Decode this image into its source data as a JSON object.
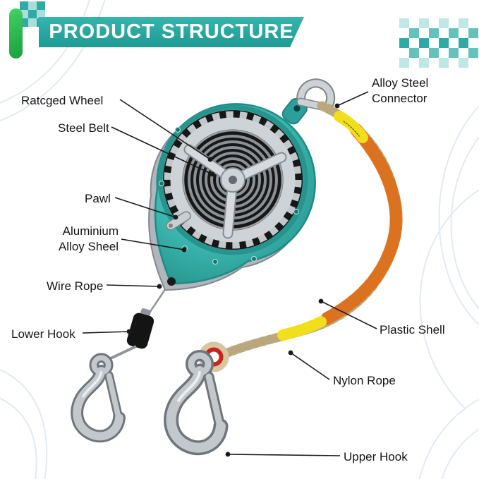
{
  "header": {
    "title": "PRODUCT STRUCTURE"
  },
  "labels": {
    "ratchet_wheel": "Ratcged Wheel",
    "steel_belt": "Steel Belt",
    "pawl": "Pawl",
    "aluminium_alloy_sheel": "Aluminium Alloy Sheel",
    "wire_rope": "Wire Rope",
    "lower_hook": "Lower Hook",
    "alloy_steel_connector": "Alloy Steel Connector",
    "plastic_shell": "Plastic Shell",
    "nylon_rope": "Nylon Rope",
    "upper_hook": "Upper Hook"
  },
  "colors": {
    "banner_teal": "#2AA8A2",
    "accent_green": "#2DBE50",
    "housing_teal": "#3CB8B0",
    "rope_orange": "#EF7F2A",
    "rope_tag_yellow": "#F2DF1C",
    "thimble_red": "#C8231C"
  }
}
